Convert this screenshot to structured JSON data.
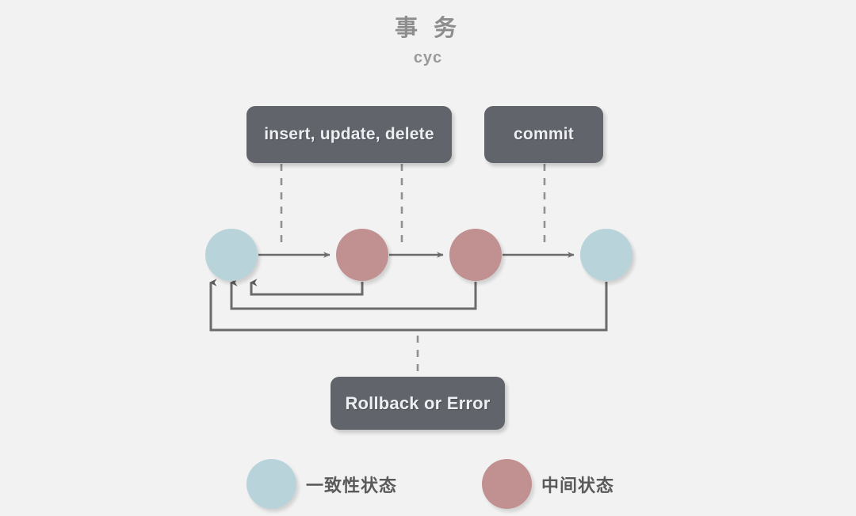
{
  "header": {
    "title": "事 务",
    "subtitle": "cyc"
  },
  "colors": {
    "background": "#f2f2f2",
    "box_fill": "#62646b",
    "box_text": "#eceff1",
    "consistent_state": "#b8d4da",
    "intermediate_state": "#c09190",
    "edge_stroke": "#6b6b6b",
    "dashed_stroke": "#909090",
    "title_text": "#8d8d8d",
    "legend_text": "#5a5a5a"
  },
  "boxes": [
    {
      "id": "dml",
      "label": "insert, update, delete"
    },
    {
      "id": "commit",
      "label": "commit"
    },
    {
      "id": "rollback",
      "label": "Rollback or Error"
    }
  ],
  "states": [
    {
      "id": "s1",
      "type": "consistent",
      "role": "start"
    },
    {
      "id": "s2",
      "type": "intermediate",
      "role": "after-dml-1"
    },
    {
      "id": "s3",
      "type": "intermediate",
      "role": "after-dml-2"
    },
    {
      "id": "s4",
      "type": "consistent",
      "role": "after-commit"
    }
  ],
  "edges": [
    {
      "from": "s1",
      "to": "s2",
      "style": "solid",
      "direction": "forward"
    },
    {
      "from": "s2",
      "to": "s3",
      "style": "solid",
      "direction": "forward"
    },
    {
      "from": "s3",
      "to": "s4",
      "style": "solid",
      "direction": "forward"
    },
    {
      "from": "s2",
      "to": "s1",
      "style": "solid",
      "direction": "return"
    },
    {
      "from": "s3",
      "to": "s1",
      "style": "solid",
      "direction": "return"
    },
    {
      "from": "s4",
      "to": "s1",
      "style": "solid",
      "direction": "return"
    },
    {
      "from": "dml",
      "to": "edge-s1-s2",
      "style": "dashed",
      "direction": "annotation"
    },
    {
      "from": "dml",
      "to": "edge-s2-s3",
      "style": "dashed",
      "direction": "annotation"
    },
    {
      "from": "commit",
      "to": "edge-s3-s4",
      "style": "dashed",
      "direction": "annotation"
    },
    {
      "from": "rollback",
      "to": "return-paths",
      "style": "dashed",
      "direction": "annotation"
    }
  ],
  "legend": {
    "items": [
      {
        "id": "consistent",
        "label": "一致性状态",
        "color": "#b8d4da"
      },
      {
        "id": "intermediate",
        "label": "中间状态",
        "color": "#c09190"
      }
    ]
  }
}
